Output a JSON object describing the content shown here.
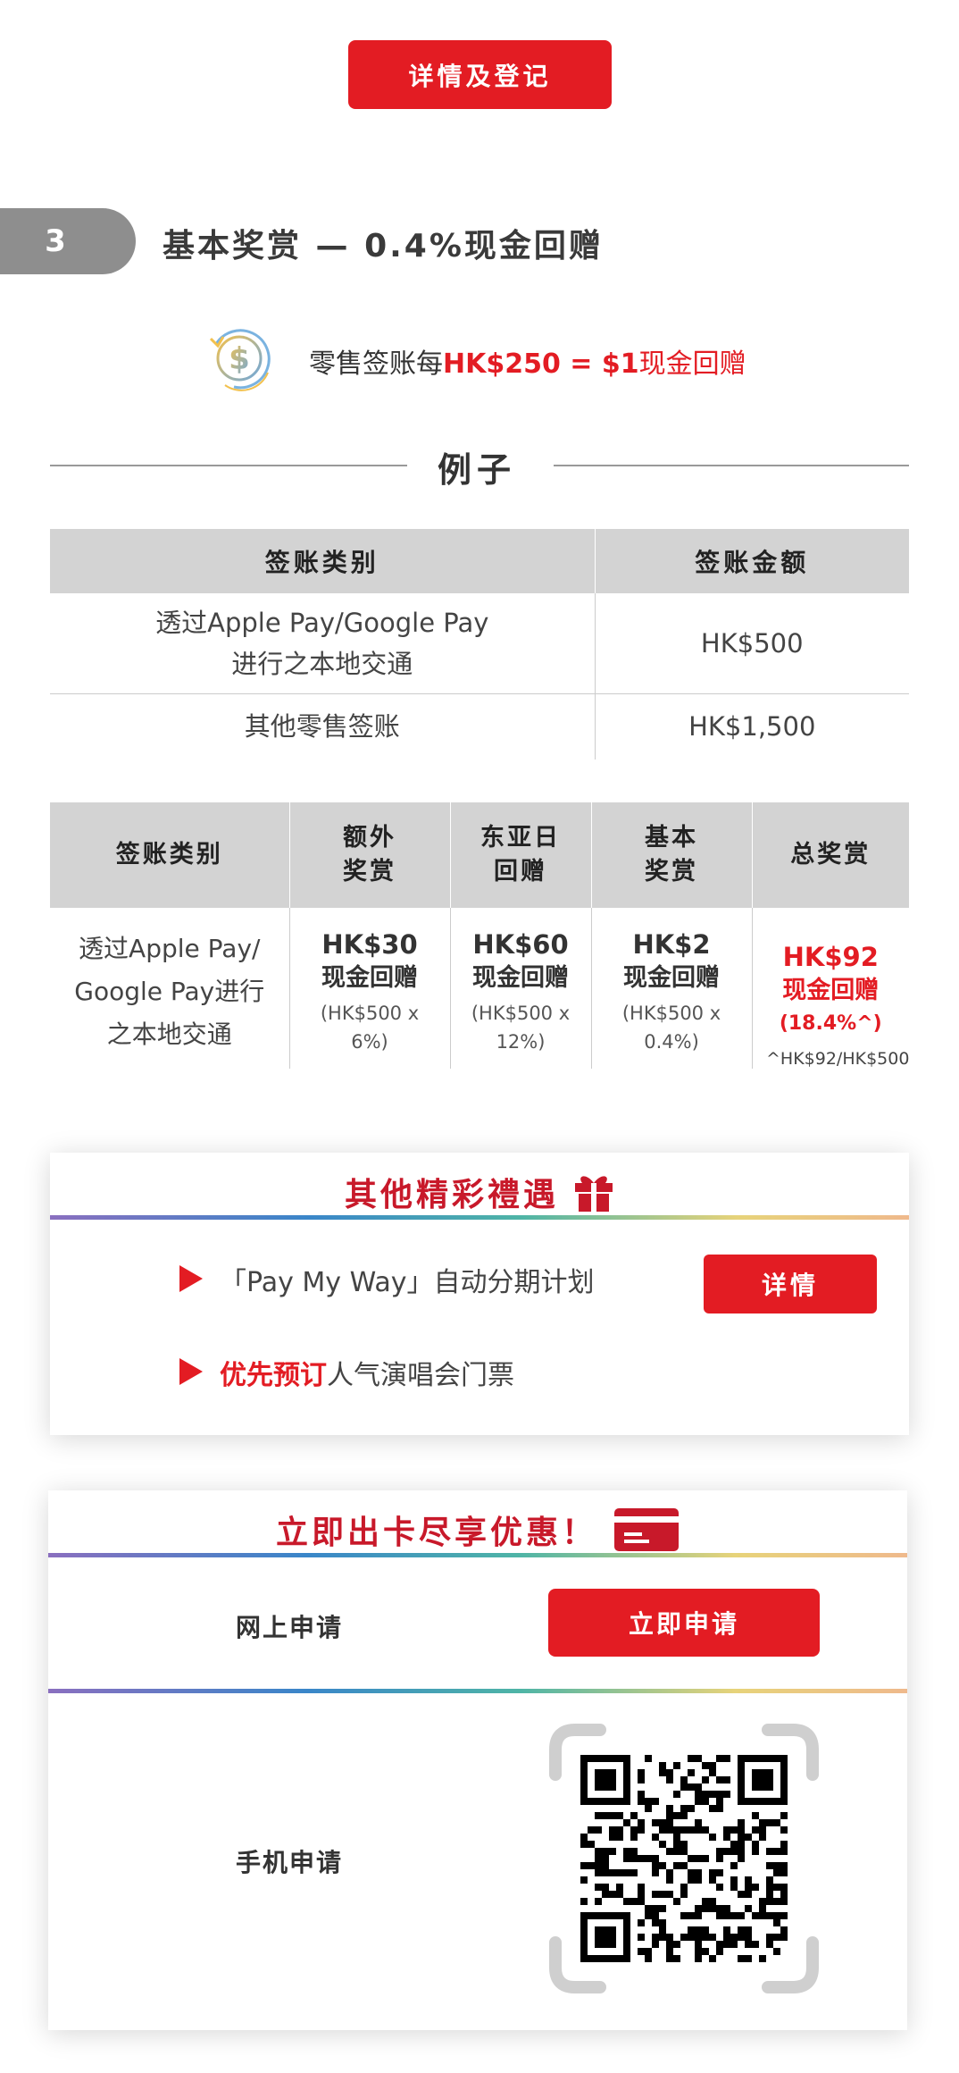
{
  "top_cta": {
    "label": "详情及登记"
  },
  "section3": {
    "number": "3",
    "title": "基本奖赏 — 0.4%现金回赠",
    "rate": {
      "prefix": "零售签账每",
      "amount": "HK$250 = $1",
      "suffix": "现金回赠"
    }
  },
  "example": {
    "title": "例子",
    "table1": {
      "headers": [
        "签账类别",
        "签账金额"
      ],
      "rows": [
        {
          "category_line1": "透过Apple Pay/Google Pay",
          "category_line2": "进行之本地交通",
          "amount": "HK$500"
        },
        {
          "category_line1": "其他零售签账",
          "amount": "HK$1,500"
        }
      ]
    },
    "table2": {
      "headers": [
        {
          "line1": "签账类别"
        },
        {
          "line1": "额外",
          "line2": "奖赏"
        },
        {
          "line1": "东亚日",
          "line2": "回赠"
        },
        {
          "line1": "基本",
          "line2": "奖赏"
        },
        {
          "line1": "总奖赏"
        }
      ],
      "category": {
        "line1": "透过Apple Pay/",
        "line2": "Google Pay进行",
        "line3": "之本地交通"
      },
      "rewards": [
        {
          "amount": "HK$30",
          "label": "现金回赠",
          "calc1": "(HK$500 x",
          "calc2": "6%)"
        },
        {
          "amount": "HK$60",
          "label": "现金回赠",
          "calc1": "(HK$500 x",
          "calc2": "12%)"
        },
        {
          "amount": "HK$2",
          "label": "现金回赠",
          "calc1": "(HK$500 x",
          "calc2": "0.4%)"
        }
      ],
      "total": {
        "amount": "HK$92",
        "label": "现金回赠",
        "pct": "(18.4%^)"
      },
      "footnote": "^HK$92/HK$500"
    }
  },
  "other_offers": {
    "title": "其他精彩禮遇",
    "items": [
      {
        "text": "「Pay My Way」自动分期计划",
        "button": "详情"
      },
      {
        "highlight": "优先预订",
        "text": "人气演唱会门票"
      }
    ]
  },
  "apply": {
    "title": "立即出卡尽享优惠！",
    "online_label": "网上申请",
    "apply_button": "立即申请",
    "mobile_label": "手机申请"
  },
  "colors": {
    "brand_red": "#e31c23",
    "title_red": "#c8192a",
    "header_gray": "#d3d3d3",
    "badge_gray": "#8e8e8e"
  },
  "icons": [
    "coin-cashback-icon",
    "gift-icon",
    "credit-card-icon",
    "play-arrow-icon",
    "qr-code"
  ]
}
